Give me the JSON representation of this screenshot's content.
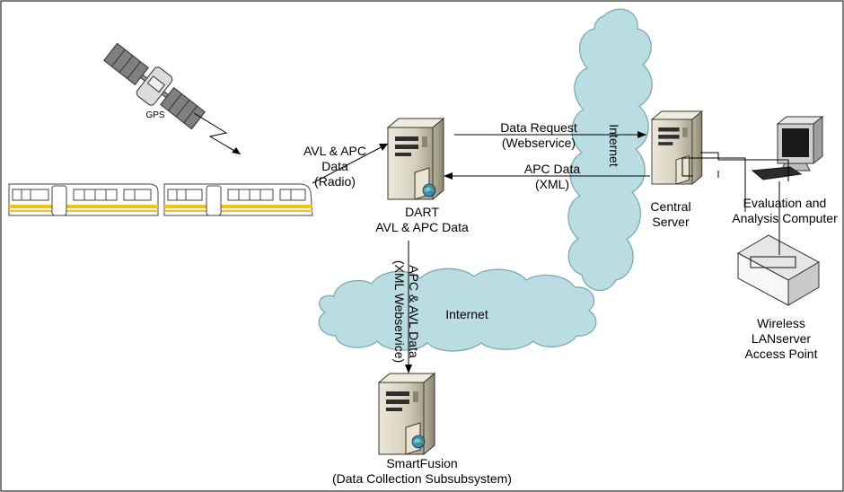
{
  "labels": {
    "gps": "GPS",
    "avl_apc_radio": [
      "AVL & APC",
      "Data",
      "(Radio)"
    ],
    "data_request": [
      "Data Request",
      "(Webservice)"
    ],
    "apc_data_xml": [
      "APC Data",
      "(XML)"
    ],
    "internet_top": "Internet",
    "central_server": [
      "Central",
      "Server"
    ],
    "evaluation_computer": [
      "Evaluation and",
      "Analysis Computer"
    ],
    "dart": [
      "DART",
      "AVL & APC Data"
    ],
    "xml_webservice_vertical": [
      "APC & AVL Data",
      "(XML Webservice)"
    ],
    "internet_bottom": "Internet",
    "wireless_ap": [
      "Wireless",
      "LANserver",
      "Access Point"
    ],
    "smartfusion": [
      "SmartFusion",
      "(Data Collection Subsubsystem)"
    ]
  },
  "colors": {
    "cloud_fill": "#b9dde2",
    "cloud_stroke": "#7aa5ab",
    "train_stripe": "#f5c01a",
    "server_body": "#d9d4c2",
    "line": "#000000"
  },
  "icons": [
    "satellite-icon",
    "train-icon",
    "server-icon",
    "computer-icon",
    "access-point-icon",
    "globe-icon"
  ]
}
